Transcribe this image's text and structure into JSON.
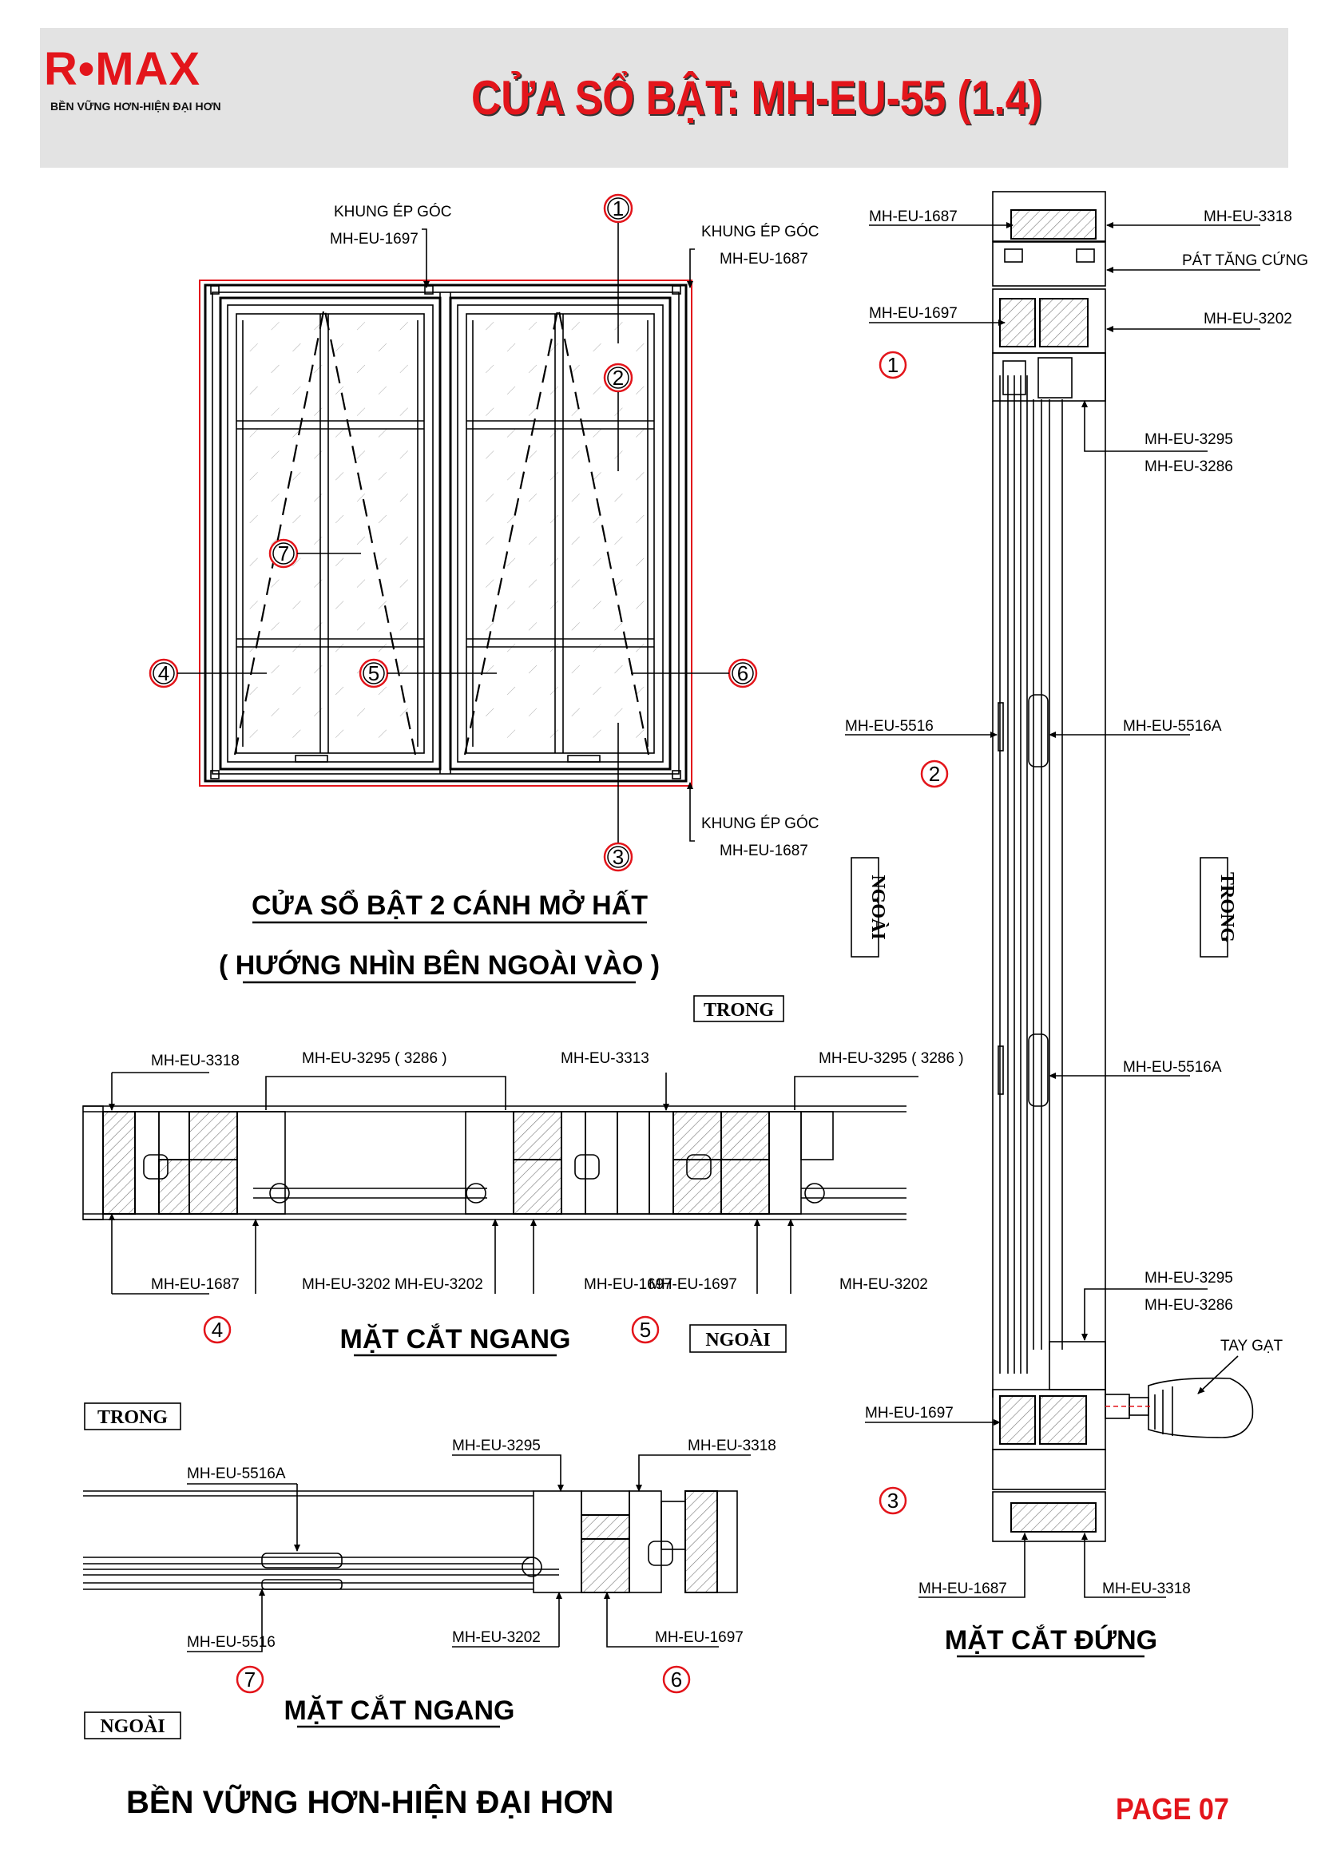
{
  "header": {
    "logo_text": "R•MAX",
    "logo_tagline": "BỀN VỮNG HƠN-HIỆN ĐẠI HƠN",
    "title": "CỬA SỔ BẬT: MH-EU-55 (1.4)"
  },
  "elevation": {
    "title": "CỬA SỔ BẬT 2 CÁNH MỞ HẤT",
    "subtitle": "( HƯỚNG NHÌN BÊN NGOÀI VÀO )",
    "labels": {
      "corner_left_name": "KHUNG ÉP GÓC",
      "corner_left_code": "MH-EU-1697",
      "corner_right_name": "KHUNG ÉP GÓC",
      "corner_right_code": "MH-EU-1687",
      "corner_bottom_name": "KHUNG ÉP GÓC",
      "corner_bottom_code": "MH-EU-1687"
    },
    "markers": [
      "1",
      "2",
      "3",
      "4",
      "5",
      "6",
      "7"
    ]
  },
  "vertical_section": {
    "title": "MẶT CẮT ĐỨNG",
    "outside": "NGOÀI",
    "inside": "TRONG",
    "labels": {
      "top_left_1": "MH-EU-1687",
      "top_right_1": "MH-EU-3318",
      "top_right_2": "PÁT TĂNG CỨNG",
      "top_left_2": "MH-EU-1697",
      "top_right_3": "MH-EU-3202",
      "upper_right_a": "MH-EU-3295",
      "upper_right_b": "MH-EU-3286",
      "mid_left": "MH-EU-5516",
      "mid_right": "MH-EU-5516A",
      "mid_right_2": "MH-EU-5516A",
      "lower_right_a": "MH-EU-3295",
      "lower_right_b": "MH-EU-3286",
      "handle": "TAY GẠT",
      "bottom_left_1": "MH-EU-1697",
      "bottom_left_2": "MH-EU-1687",
      "bottom_right": "MH-EU-3318"
    },
    "markers": [
      "1",
      "2",
      "3"
    ]
  },
  "horizontal_section_1": {
    "title": "MẶT CẮT NGANG",
    "inside": "TRONG",
    "outside": "NGOÀI",
    "labels": {
      "top_1": "MH-EU-3318",
      "top_2": "MH-EU-3295 ( 3286 )",
      "top_3": "MH-EU-3313",
      "top_4": "MH-EU-3295 ( 3286 )",
      "bottom_1": "MH-EU-1687",
      "bottom_2": "MH-EU-3202",
      "bottom_3": "MH-EU-3202",
      "bottom_4": "MH-EU-1697",
      "bottom_5": "MH-EU-1697",
      "bottom_6": "MH-EU-3202"
    },
    "markers": [
      "4",
      "5"
    ]
  },
  "horizontal_section_2": {
    "title": "MẶT CẮT NGANG",
    "inside": "TRONG",
    "outside": "NGOÀI",
    "labels": {
      "top_1": "MH-EU-5516A",
      "top_2": "MH-EU-3295",
      "top_3": "MH-EU-3318",
      "bottom_1": "MH-EU-5516",
      "bottom_2": "MH-EU-3202",
      "bottom_3": "MH-EU-1697"
    },
    "markers": [
      "7",
      "6"
    ]
  },
  "footer": {
    "slogan": "BỀN VỮNG HƠN-HIỆN ĐẠI HƠN",
    "page_label": "PAGE  07"
  },
  "colors": {
    "brand_red": "#e3151b",
    "header_bg": "#e3e3e3",
    "line": "#000000"
  }
}
